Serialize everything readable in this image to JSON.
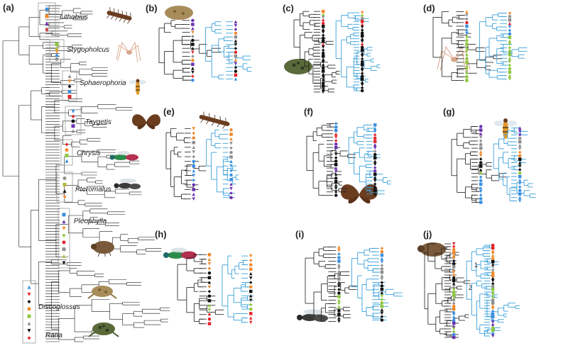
{
  "panel_labels": {
    "a": "(a)",
    "b": "(b)",
    "c": "(c)",
    "d": "(d)",
    "e": "(e)",
    "f": "(f)",
    "g": "(g)",
    "h": "(h)",
    "i": "(i)",
    "j": "(j)"
  },
  "genera": {
    "lithobius": "Lithobius",
    "stygopholcus": "Stygopholcus",
    "sphaerophoria": "Sphaerophoria",
    "taygetis": "Taygetis",
    "chrysis": "Chrysis",
    "pteromalus": "Pteromalus",
    "pleophylla": "Pleophylla",
    "discoglossus": "Discoglossus",
    "rana": "Rana"
  },
  "panel_j_marks": {
    "one": "1",
    "two": "2"
  },
  "colors": {
    "tree_black": "#1a1a1a",
    "tree_blue": "#3aa0d8",
    "orange": "#f08a2a",
    "red": "#e3262b",
    "purple": "#6a2fb0",
    "blue": "#3a8fe0",
    "green": "#8dc63f",
    "gray": "#8e8e8e",
    "black": "#111111",
    "olive": "#b5b83a",
    "brown": "#6b3d1f"
  },
  "icons": {
    "panel_b": "frog-icon",
    "panel_c": "frog-icon",
    "panel_d": "spider-icon",
    "panel_e": "centipede-icon",
    "panel_f": "butterfly-icon",
    "panel_g": "hoverfly-icon",
    "panel_h": "wasp-icon",
    "panel_i": "wasp-icon",
    "panel_j": "beetle-icon"
  }
}
